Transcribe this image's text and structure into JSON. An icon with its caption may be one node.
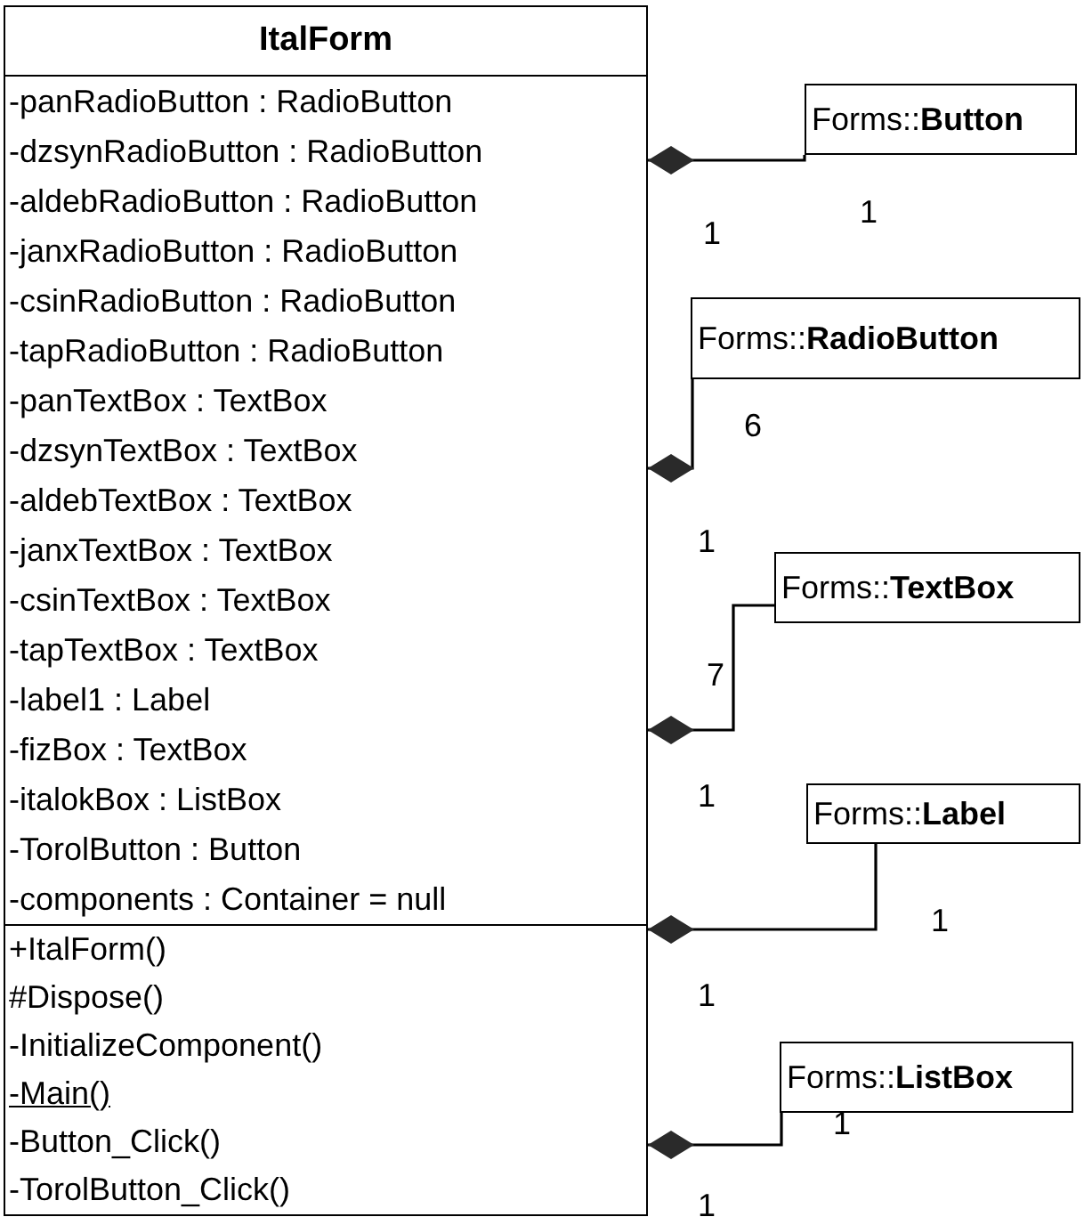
{
  "diagram": {
    "nodes": [
      {
        "text": [
          "ItalForm",
          "-panRadioButton : RadioButton",
          "-dzsynRadioButton : RadioButton",
          "-aldebRadioButton : RadioButton",
          "-janxRadioButton : RadioButton",
          "-csinRadioButton : RadioButton",
          "-tapRadioButton : RadioButton",
          "-panTextBox : TextBox",
          "-dzsynTextBox : TextBox",
          "-aldebTextBox : TextBox",
          "-janxTextBox : TextBox",
          "-csinTextBox : TextBox",
          "-tapTextBox : TextBox",
          "-label1 : Label",
          "-fizBox : TextBox",
          "-italokBox : ListBox",
          "-TorolButton : Button",
          "-components : Container = null",
          "+ItalForm()",
          "#Dispose()",
          "-InitializeComponent()",
          "-Main()",
          "-Button_Click()",
          "-TorolButton_Click()"
        ]
      },
      {
        "text": [
          "Forms::**Button**"
        ]
      },
      {
        "text": [
          "Forms::**RadioButton**"
        ]
      },
      {
        "text": [
          "Forms::**TextBox**"
        ]
      },
      {
        "text": [
          "Forms::**Label**"
        ]
      },
      {
        "text": [
          "Forms::**ListBox**"
        ]
      }
    ],
    "edges": [
      {
        "from": 0,
        "to": 1,
        "arrow": "other"
      },
      {
        "from": 0,
        "to": 2,
        "arrow": "other"
      },
      {
        "from": 0,
        "to": 3,
        "arrow": "other"
      },
      {
        "from": 0,
        "to": 4,
        "arrow": "other"
      },
      {
        "from": 0,
        "to": 5,
        "arrow": "other"
      }
    ],
    "labels": [
      "1",
      "1",
      "6",
      "1",
      "7",
      "1",
      "1",
      "1",
      "1",
      "1"
    ]
  }
}
